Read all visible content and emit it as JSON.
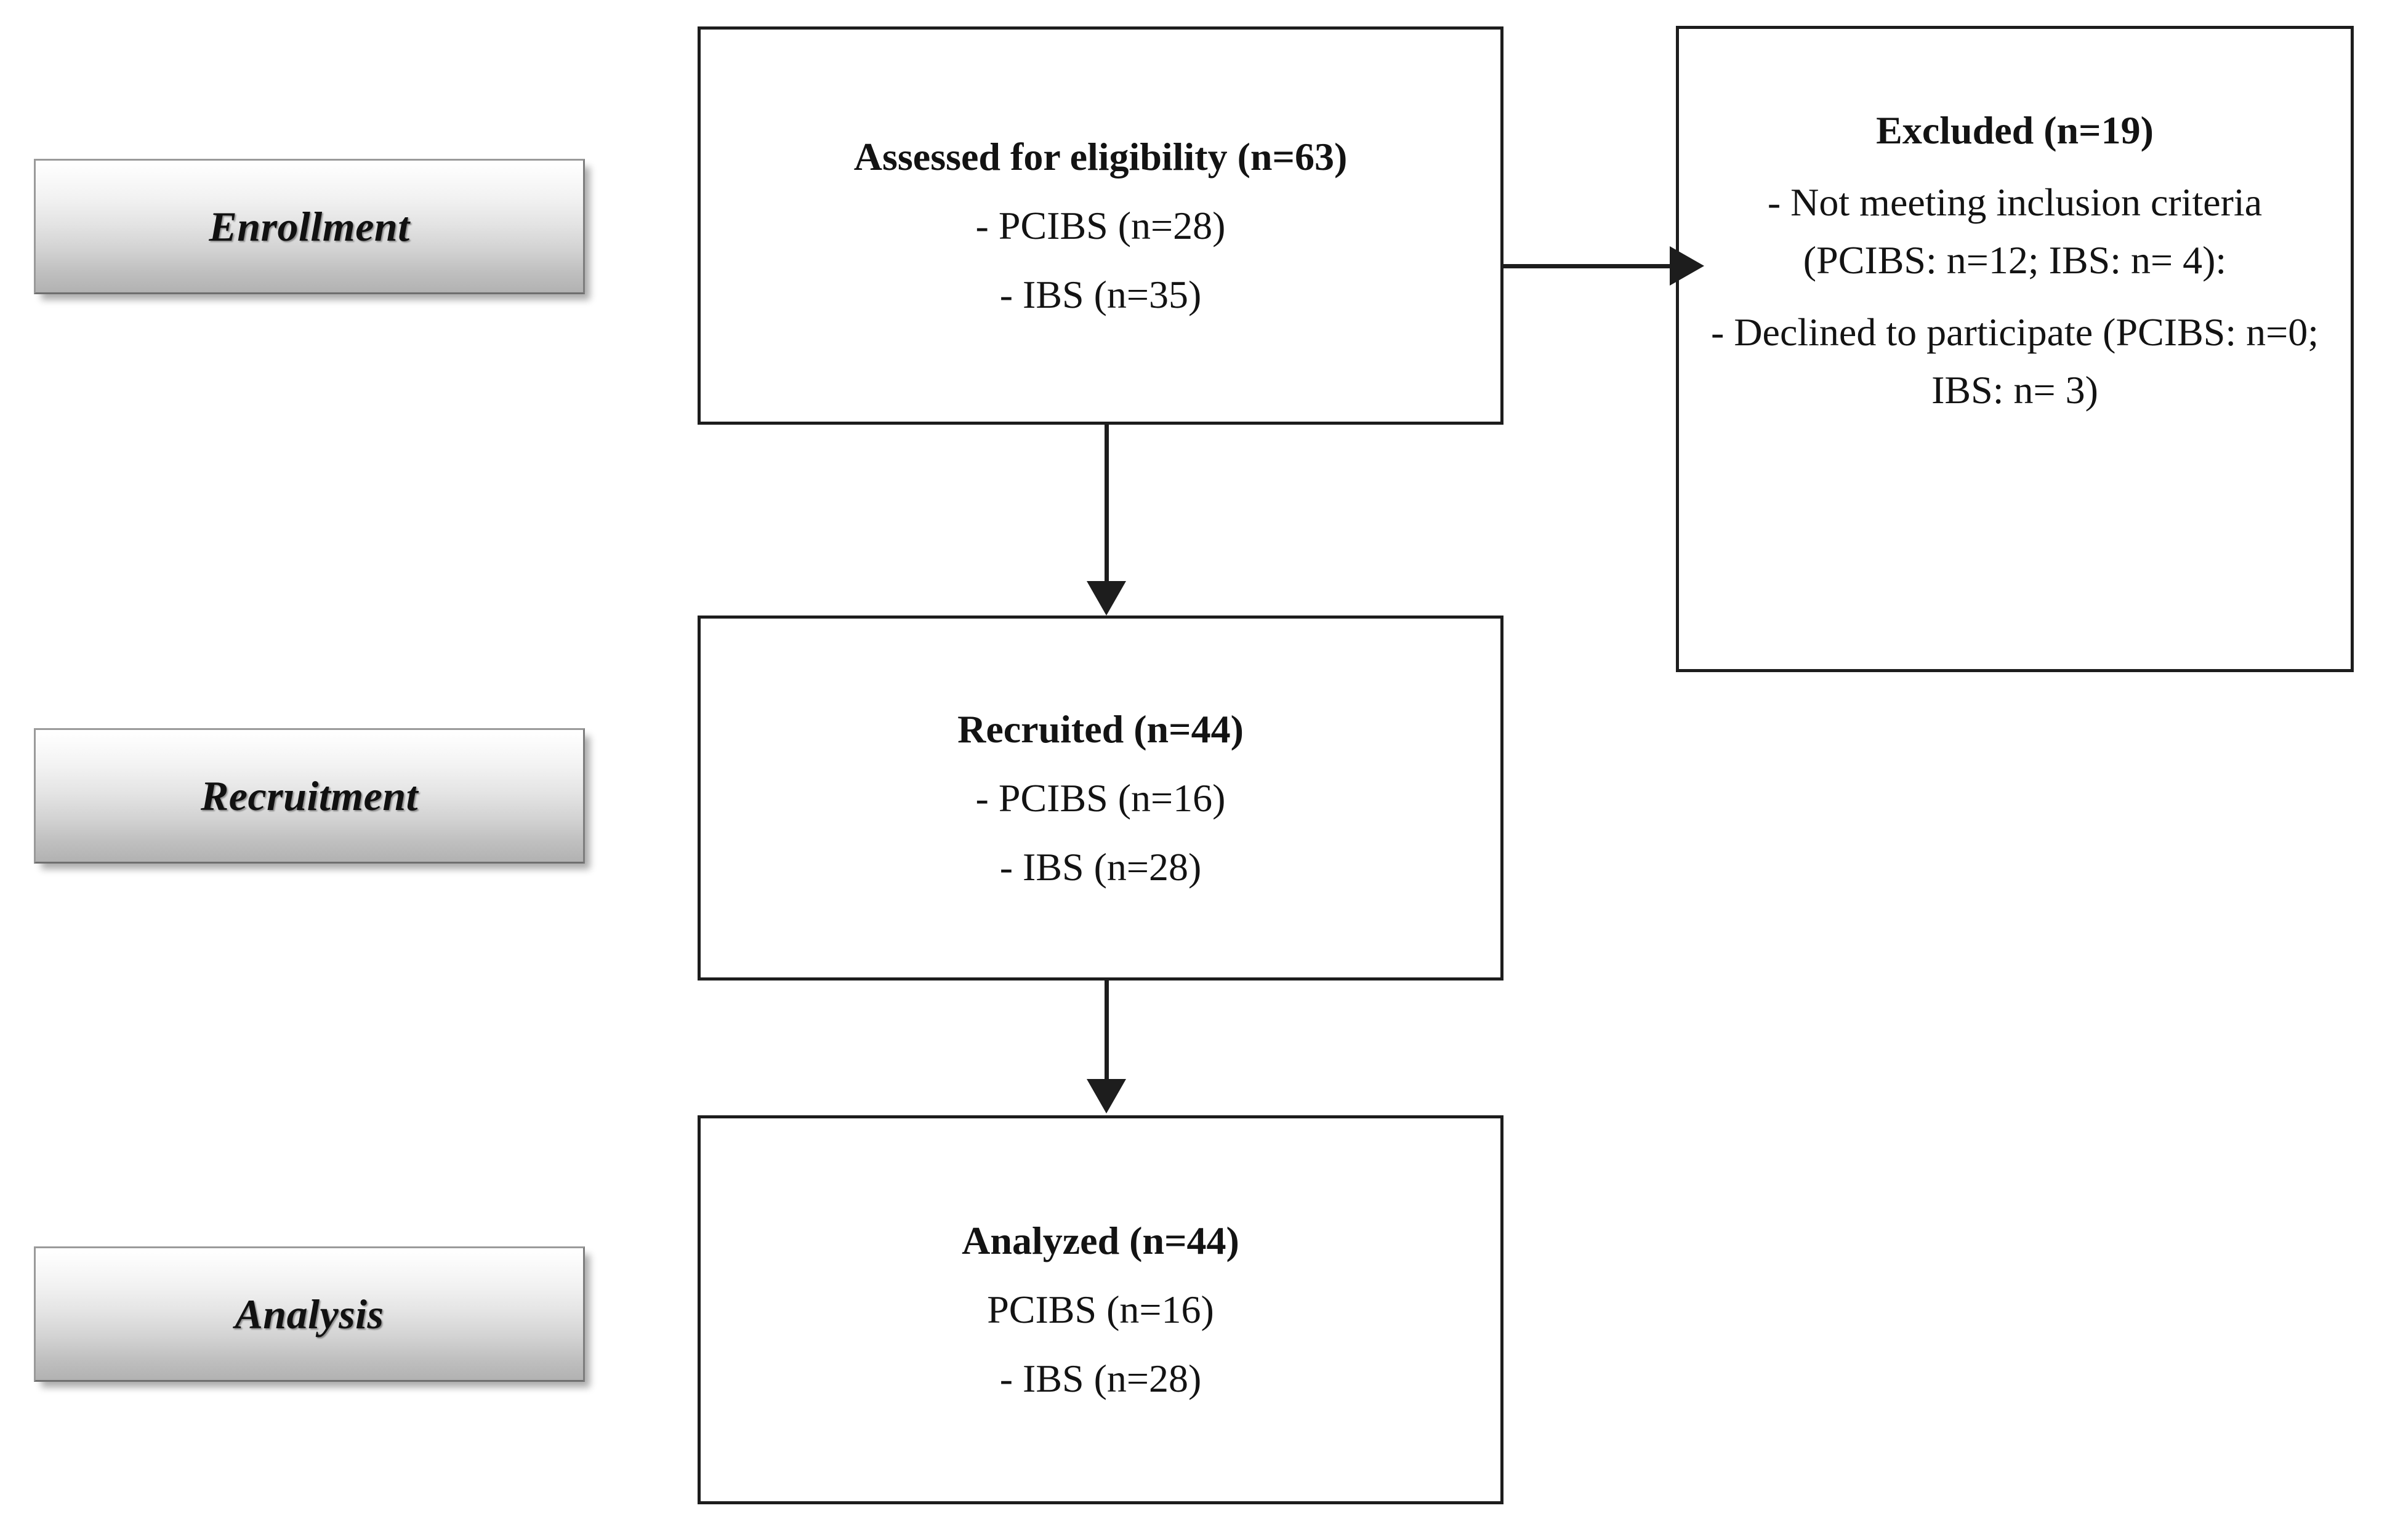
{
  "diagram": {
    "title": "CONSORT participant flow diagram",
    "stages": [
      {
        "id": "enrollment",
        "label": "Enrollment"
      },
      {
        "id": "recruitment",
        "label": "Recruitment"
      },
      {
        "id": "analysis",
        "label": "Analysis"
      }
    ],
    "boxes": {
      "assessed": {
        "heading": "Assessed for eligibility (n=63)",
        "line2": "- PCIBS (n=28)",
        "line3": "- IBS (n=35)"
      },
      "excluded": {
        "heading": "Excluded (n=19)",
        "line2": "- Not meeting inclusion criteria (PCIBS: n=12; IBS: n= 4):",
        "line3": "- Declined to participate (PCIBS: n=0; IBS: n= 3)"
      },
      "recruited": {
        "heading": "Recruited (n=44)",
        "line2": "- PCIBS (n=16)",
        "line3": "- IBS (n=28)"
      },
      "analyzed": {
        "heading": "Analyzed (n=44)",
        "line2": "PCIBS (n=16)",
        "line3": "- IBS (n=28)"
      }
    },
    "connectors": [
      {
        "id": "assessed-to-excluded",
        "from": "assessed",
        "to": "excluded",
        "direction": "right"
      },
      {
        "id": "assessed-to-recruited",
        "from": "assessed",
        "to": "recruited",
        "direction": "down"
      },
      {
        "id": "recruited-to-analyzed",
        "from": "recruited",
        "to": "analyzed",
        "direction": "down"
      }
    ],
    "colors": {
      "box_border": "#1d1d1d",
      "text": "#131313",
      "plaque_top": "#ffffff",
      "plaque_bottom": "#b2b2b2",
      "plaque_border": "#8c8c8c",
      "background": "#ffffff"
    }
  }
}
